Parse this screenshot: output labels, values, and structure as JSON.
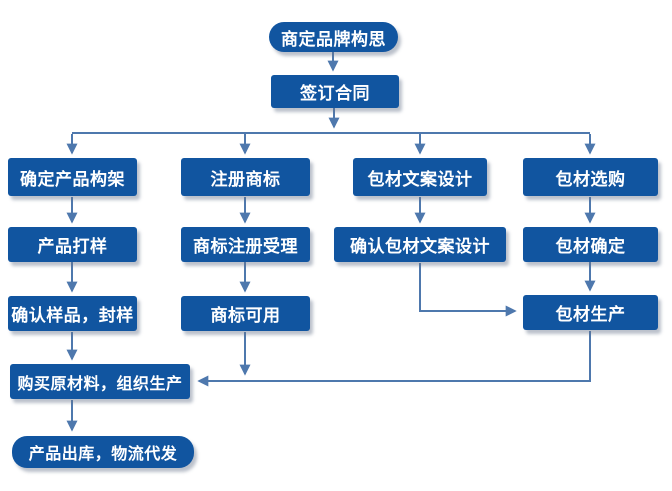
{
  "flowchart": {
    "description": "Brand product launch process flowchart",
    "colors": {
      "node_fill": "#1155a0",
      "node_text": "#ffffff",
      "connector": "#4e78ad",
      "background": "#ffffff"
    },
    "nodes": {
      "brand_idea": {
        "label": "商定品牌构思"
      },
      "sign_contract": {
        "label": "签订合同"
      },
      "product_structure": {
        "label": "确定产品构架"
      },
      "product_sample": {
        "label": "产品打样"
      },
      "confirm_sample": {
        "label": "确认样品，封样"
      },
      "buy_materials": {
        "label": "购买原材料，组织生产"
      },
      "product_ship": {
        "label": "产品出库，物流代发"
      },
      "register_trademark": {
        "label": "注册商标"
      },
      "trademark_accept": {
        "label": "商标注册受理"
      },
      "trademark_usable": {
        "label": "商标可用"
      },
      "package_copy_design": {
        "label": "包材文案设计"
      },
      "confirm_package_copy": {
        "label": "确认包材文案设计"
      },
      "package_select": {
        "label": "包材选购"
      },
      "package_confirm": {
        "label": "包材确定"
      },
      "package_produce": {
        "label": "包材生产"
      }
    },
    "edges": [
      "brand_idea -> sign_contract",
      "sign_contract -> product_structure",
      "sign_contract -> register_trademark",
      "sign_contract -> package_copy_design",
      "sign_contract -> package_select",
      "product_structure -> product_sample",
      "product_sample -> confirm_sample",
      "confirm_sample -> buy_materials",
      "buy_materials -> product_ship",
      "register_trademark -> trademark_accept",
      "trademark_accept -> trademark_usable",
      "trademark_usable -> buy_materials",
      "package_copy_design -> confirm_package_copy",
      "confirm_package_copy -> package_produce",
      "package_select -> package_confirm",
      "package_confirm -> package_produce",
      "package_produce -> buy_materials"
    ]
  }
}
